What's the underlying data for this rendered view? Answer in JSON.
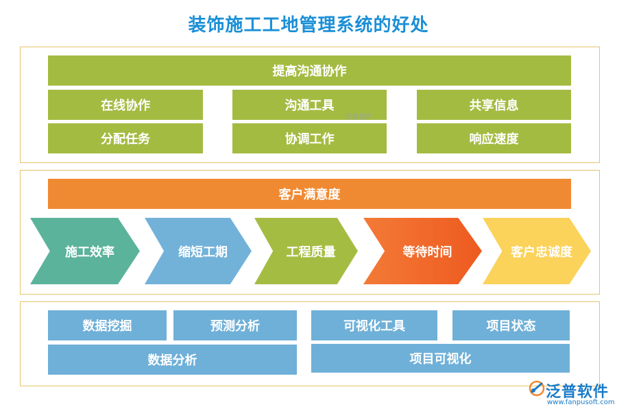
{
  "title": "装饰施工工地管理系统的好处",
  "communication": {
    "header": "提高沟通协作",
    "items": [
      "在线协作",
      "沟通工具",
      "共享信息",
      "分配任务",
      "协调工作",
      "响应速度"
    ],
    "watermark": "泛普软件"
  },
  "satisfaction": {
    "header": "客户满意度",
    "steps": [
      "施工效率",
      "缩短工期",
      "工程质量",
      "等待时间",
      "客户忠诚度"
    ]
  },
  "analysis": {
    "left": [
      "数据挖掘",
      "预测分析",
      "数据分析"
    ],
    "right": [
      "可视化工具",
      "项目状态",
      "项目可视化"
    ]
  },
  "logo": {
    "name": "泛普软件",
    "url": "www.fanpusoft.com"
  },
  "colors": {
    "green": "#a4bb42",
    "orange": "#f08a32",
    "blue": "#6fb0d8",
    "teal": "#5ab39a",
    "steel_blue": "#72b2d9",
    "olive": "#a5bc43",
    "red_orange": "#f06a2a",
    "yellow": "#fbd25a"
  }
}
